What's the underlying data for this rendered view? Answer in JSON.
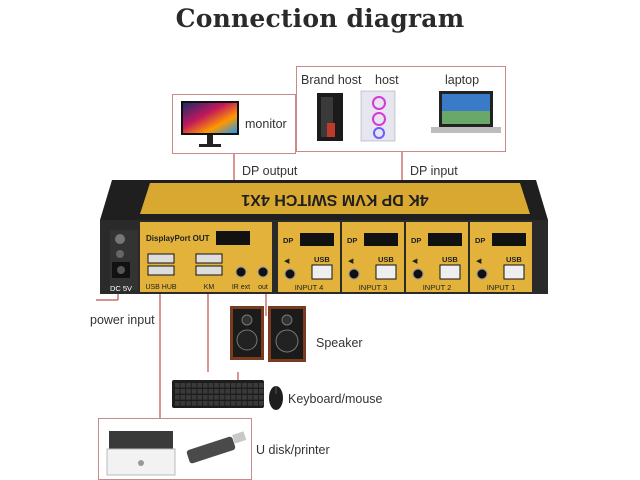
{
  "title": "Connection diagram",
  "labels": {
    "monitor": "monitor",
    "brand_host": "Brand host",
    "host": "host",
    "laptop": "laptop",
    "dp_output": "DP output",
    "dp_input": "DP input",
    "power_input": "power input",
    "speaker": "Speaker",
    "keyboard_mouse": "Keyboard/mouse",
    "udisk_printer": "U disk/printer"
  },
  "device": {
    "name": "4K DP KVM SWITCH 4X1",
    "displayport_out": "DisplayPort OUT",
    "dc": "DC 5V",
    "usb_hub": "USB HUB",
    "kb_mouse_port": "KM",
    "ir_ext": "IR ext",
    "audio_out": "out",
    "dp": "DP",
    "usb": "USB",
    "inputs": [
      "INPUT 4",
      "INPUT 3",
      "INPUT 2",
      "INPUT 1"
    ]
  },
  "colors": {
    "line": "#c0504d",
    "gold": "#e2b23b",
    "panel": "#2b2b2b"
  }
}
